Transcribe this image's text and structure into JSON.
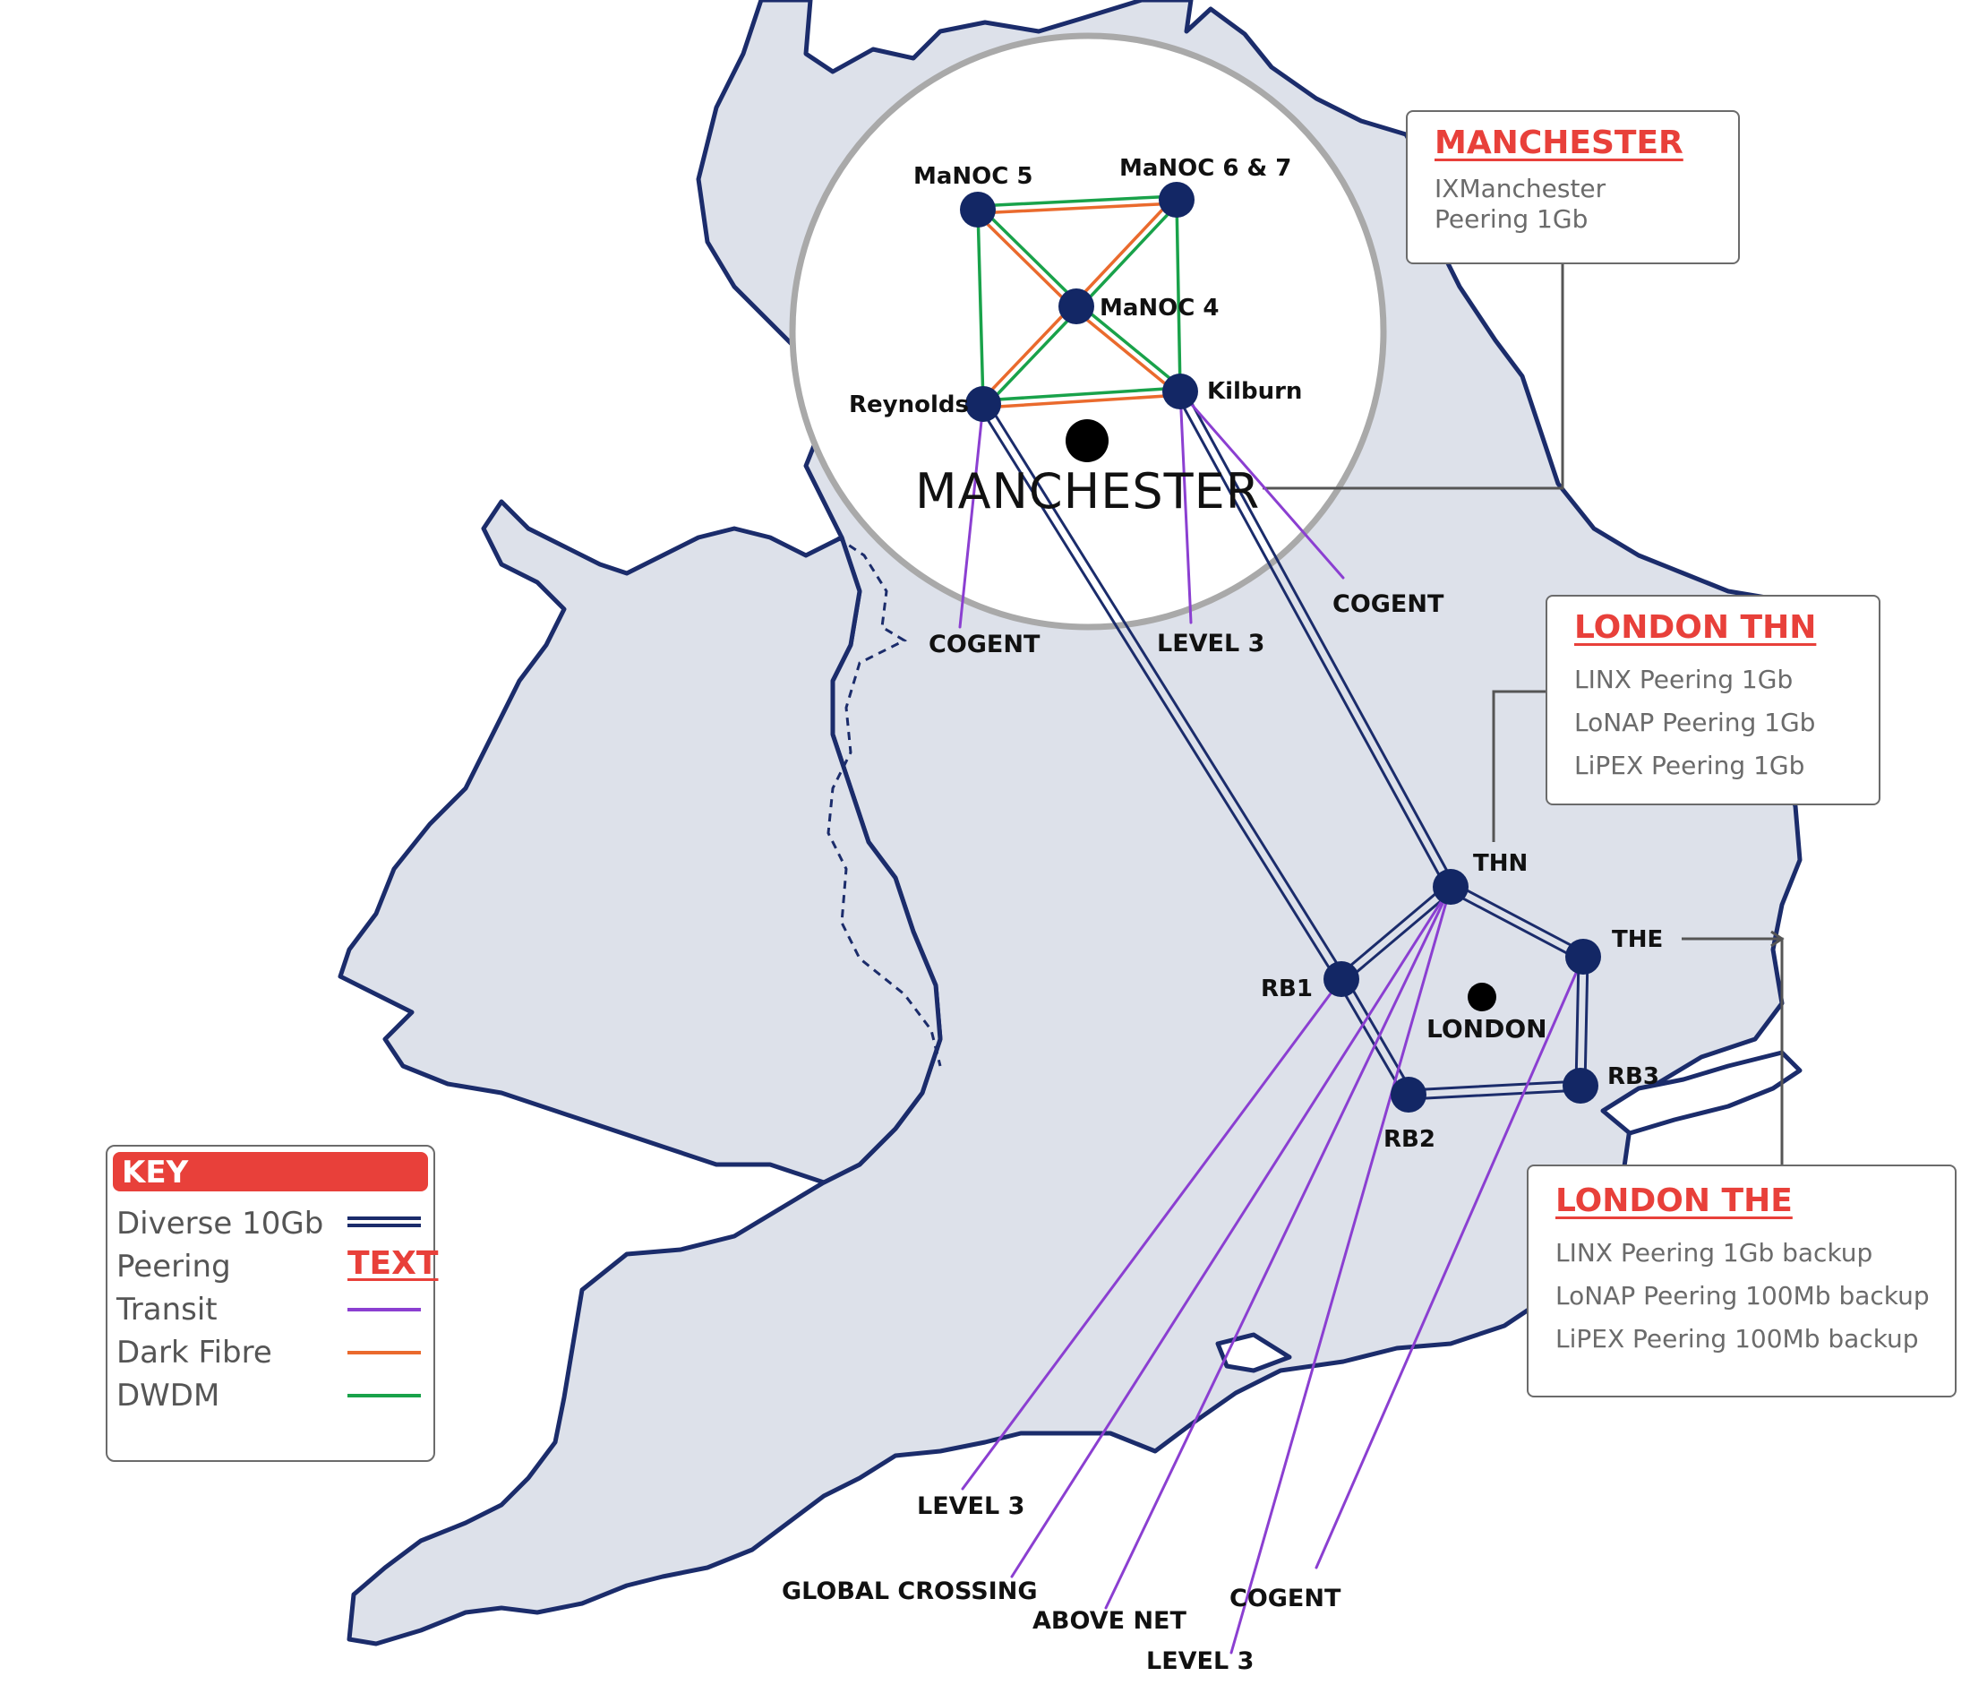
{
  "colors": {
    "land": "#dde1ea",
    "coast": "#1b2c6b",
    "node": "#132765",
    "diverse_10gb": "#1b2c6b",
    "transit": "#8b3fd1",
    "dark_fibre": "#ea6a2d",
    "dwdm": "#19a24a",
    "peering_title": "#e8403a",
    "circle_ring": "#a9a9a9"
  },
  "manchester_nodes": [
    {
      "label": "MaNOC 5"
    },
    {
      "label": "MaNOC 6 & 7"
    },
    {
      "label": "MaNOC 4"
    },
    {
      "label": "Reynolds"
    },
    {
      "label": "Kilburn"
    }
  ],
  "london_nodes": [
    {
      "label": "THN"
    },
    {
      "label": "THE"
    },
    {
      "label": "RB1"
    },
    {
      "label": "RB2"
    },
    {
      "label": "RB3"
    }
  ],
  "cities": {
    "manchester": "MANCHESTER",
    "london": "LONDON"
  },
  "transit_providers": {
    "manchester": [
      "COGENT",
      "LEVEL 3",
      "COGENT"
    ],
    "london": [
      "LEVEL 3",
      "GLOBAL CROSSING",
      "ABOVE NET",
      "LEVEL 3",
      "COGENT"
    ]
  },
  "peering_boxes": {
    "manchester": {
      "title": "MANCHESTER",
      "lines": [
        "IXManchester",
        "Peering  1Gb"
      ]
    },
    "london_thn": {
      "title": "LONDON THN",
      "lines": [
        "LINX Peering 1Gb",
        "LoNAP Peering 1Gb",
        "LiPEX Peering 1Gb"
      ]
    },
    "london_the": {
      "title": "LONDON THE",
      "lines": [
        "LINX Peering 1Gb backup",
        "LoNAP Peering 100Mb backup",
        "LiPEX Peering 100Mb backup"
      ]
    }
  },
  "key": {
    "title": "KEY",
    "items": [
      {
        "label": "Diverse 10Gb",
        "icon": "double-line-icon"
      },
      {
        "label": "Peering",
        "sample": "TEXT"
      },
      {
        "label": "Transit",
        "icon": "transit-line-icon"
      },
      {
        "label": "Dark Fibre",
        "icon": "dark-fibre-line-icon"
      },
      {
        "label": "DWDM",
        "icon": "dwdm-line-icon"
      }
    ]
  }
}
